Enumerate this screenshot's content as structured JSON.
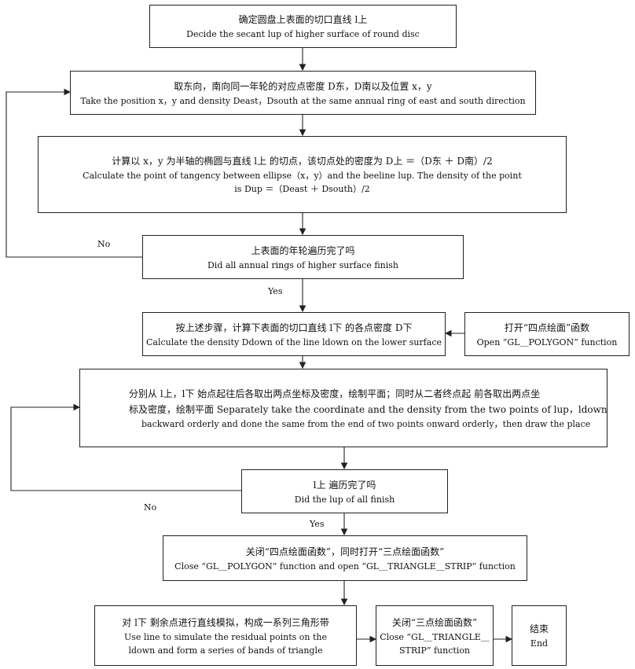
{
  "steps": [
    {
      "zh": "确定圆盘上表面的切口直线 l上",
      "en": "Decide the secant lup of higher surface of round disc"
    },
    {
      "zh": "取东向，南向同一年轮的对应点密度 D东，D南以及位置 x，y",
      "en": "Take the position x，y and density Deast，Dsouth at the same annual ring of east and south direction"
    },
    {
      "zh": "计算以 x，y 为半轴的椭圆与直线 l上 的切点，该切点处的密度为 D上 ＝（D东 ＋ D南）/2",
      "en1": "Calculate the point of tangency between ellipse（x，y）and the beeline lup. The density of the point",
      "en2": "is Dup ＝（Deast ＋ Dsouth）/2"
    },
    {
      "zh": "上表面的年轮遍历完了吗",
      "en": "Did all annual rings of higher surface finish"
    },
    {
      "zh": "按上述步骤，计算下表面的切口直线 l下 的各点密度 D下",
      "en": "Calculate the density Ddown of the line ldown on the lower surface"
    },
    {
      "zh": "打开“四点绘面”函数",
      "en": "Open “GL＿POLYGON” function"
    },
    {
      "zh1": "分别从 l上，l下 始点起往后各取出两点坐标及密度，绘制平面；同时从二者终点起 前各取出两点坐",
      "zh2": "标及密度，绘制平面 Separately take the coordinate and the density from the two points of lup，ldown",
      "en": "backward orderly and done the same from the end of two points onward orderly，then draw the place"
    },
    {
      "zh": "l上 遍历完了吗",
      "en": "Did the lup of all finish"
    },
    {
      "zh": "关闭“四点绘面函数”，同时打开“三点绘面函数”",
      "en": "Close “GL＿POLYGON” function and open “GL＿TRIANGLE＿STRIP” function"
    },
    {
      "zh": "对 l下 剩余点进行直线模拟，构成一系列三角形带",
      "en1": "Use line to simulate the residual points on the",
      "en2": "ldown and form a series of bands of triangle"
    },
    {
      "zh": "关闭“三点绘面函数”",
      "en1": "Close “GL＿TRIANGLE＿",
      "en2": "STRIP” function"
    },
    {
      "zh": "结束",
      "en": "End"
    }
  ],
  "labels": {
    "no1": "No",
    "yes1": "Yes",
    "no2": "No",
    "yes2": "Yes"
  }
}
